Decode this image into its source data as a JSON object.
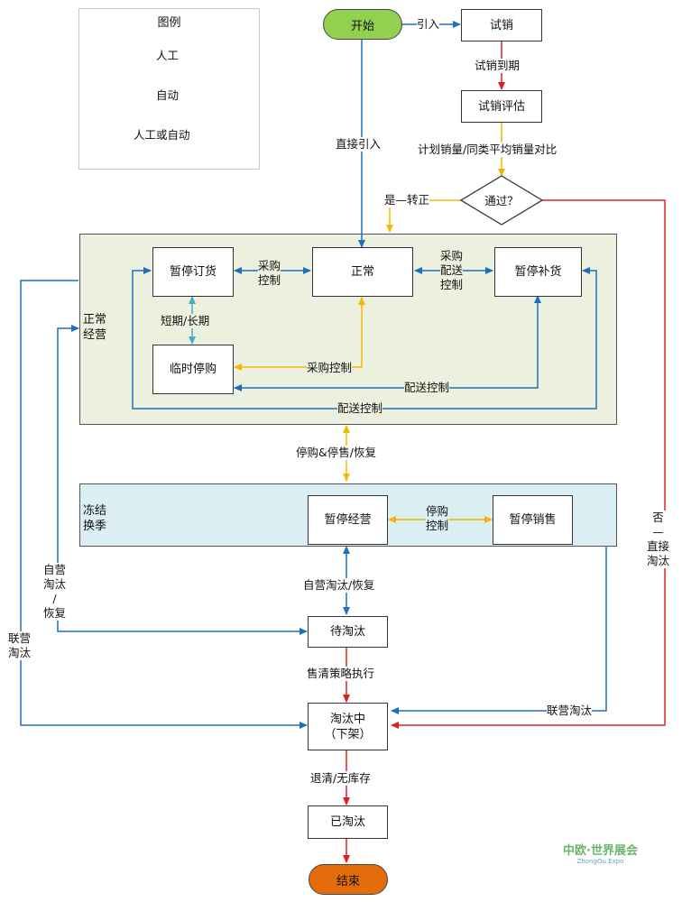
{
  "legend": {
    "title": "图例",
    "items": [
      {
        "label": "人工",
        "color": "#1f6fbf"
      },
      {
        "label": "自动",
        "color": "#e02020"
      },
      {
        "label": "人工或自动",
        "color": "#f5b800"
      }
    ]
  },
  "colors": {
    "manual": "#1f6fbf",
    "auto": "#e02020",
    "either": "#f5b800",
    "start": "#92d050",
    "end": "#e46c0a",
    "normal_bg": "#ebf1de",
    "freeze_bg": "#dbeef3"
  },
  "nodes": {
    "start": "开始",
    "trial": "试销",
    "trial_eval": "试销评估",
    "decision": "通过？",
    "pause_order": "暂停订货",
    "normal": "正常",
    "pause_restock": "暂停补货",
    "temp_stop": "临时停购",
    "pause_ops": "暂停经营",
    "pause_sales": "暂停销售",
    "pending": "待淘汰",
    "eliminating_1": "淘汰中",
    "eliminating_2": "（下架）",
    "eliminated": "已淘汰",
    "end": "结束"
  },
  "regions": {
    "normal": [
      "正常",
      "经营"
    ],
    "freeze": [
      "冻结",
      "换季"
    ]
  },
  "edges": {
    "introduce": "引入",
    "trial_expire": "试销到期",
    "compare": "计划销量/同类平均销量对比",
    "direct_intro": "直接引入",
    "yes_convert": "是—转正",
    "purchase_ctrl_a": [
      "采购",
      "控制"
    ],
    "purchase_dist_ctrl": [
      "采购",
      "配送",
      "控制"
    ],
    "short_long": "短期/长期",
    "purchase_ctrl_b": "采购控制",
    "dist_ctrl_a": "配送控制",
    "dist_ctrl_b": "配送控制",
    "stop_resume": "停购&停售/恢复",
    "stop_purchase_ctrl": [
      "停购",
      "控制"
    ],
    "self_elim_resume": "自营淘汰/恢复",
    "self_elim_left": [
      "自营",
      "淘汰",
      "/",
      "恢复"
    ],
    "joint_elim_left": [
      "联营",
      "淘汰"
    ],
    "clearance": "售清策略执行",
    "joint_elim_right": "联营淘汰",
    "no_direct": [
      "否",
      "—",
      "直接",
      "淘汰"
    ],
    "clear_no_stock": "退清/无库存"
  },
  "watermark": {
    "name": "中欧·世界展会",
    "sub": "ZhongOu Expo"
  }
}
